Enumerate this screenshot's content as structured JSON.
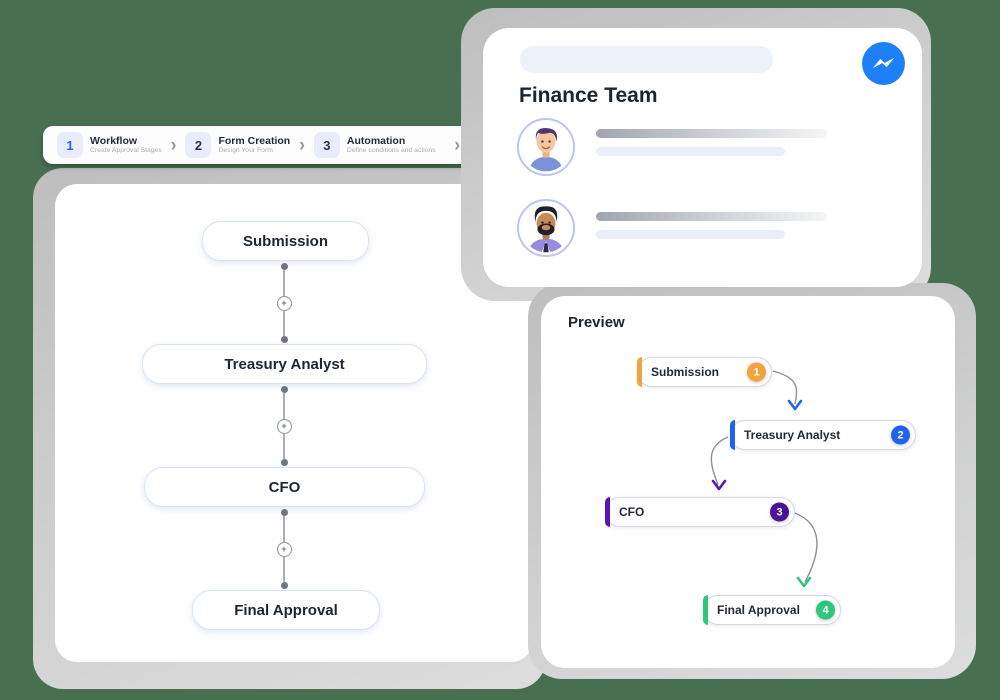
{
  "colors": {
    "background": "#487050",
    "accent_blue": "#2563eb",
    "node_orange": "#f2a43c",
    "node_blue": "#1d63ed",
    "node_purple": "#4a1296",
    "node_green": "#2fc77e",
    "messenger_blue": "#1e80f7"
  },
  "icons": {
    "chevron_right": "›",
    "plus": "+"
  },
  "stepper": {
    "steps": [
      {
        "number": "1",
        "title": "Workflow",
        "subtitle": "Create Approval Stages"
      },
      {
        "number": "2",
        "title": "Form Creation",
        "subtitle": "Design Your Form"
      },
      {
        "number": "3",
        "title": "Automation",
        "subtitle": "Define conditions and actions"
      }
    ]
  },
  "workflow_panel": {
    "stages": [
      {
        "label": "Submission"
      },
      {
        "label": "Treasury Analyst"
      },
      {
        "label": "CFO"
      },
      {
        "label": "Final Approval"
      }
    ]
  },
  "team_card": {
    "title": "Finance Team"
  },
  "preview_card": {
    "title": "Preview",
    "nodes": [
      {
        "label": "Submission",
        "number": "1"
      },
      {
        "label": "Treasury Analyst",
        "number": "2"
      },
      {
        "label": "CFO",
        "number": "3"
      },
      {
        "label": "Final Approval",
        "number": "4"
      }
    ]
  }
}
